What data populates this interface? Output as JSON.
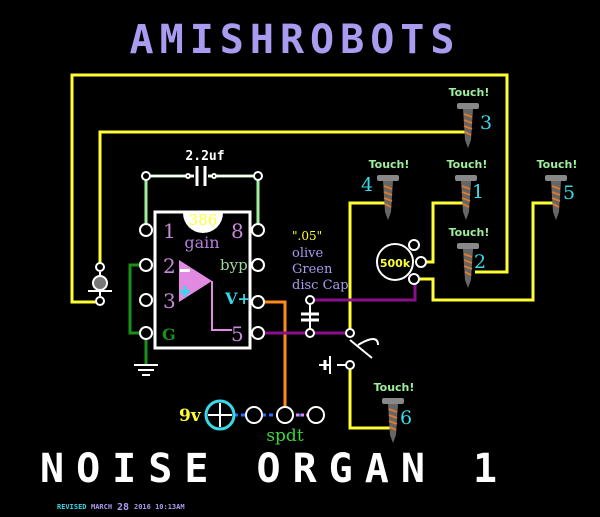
{
  "title": "AMISHROBOTS",
  "subtitle": "NOISE ORGAN 1",
  "revised": {
    "label": "REVISED",
    "month": "MARCH",
    "day": "28",
    "time": "2016 10:13AM"
  },
  "chip": {
    "name": "386",
    "gain": "gain",
    "byp": "byp",
    "vplus": "V+",
    "ground": "G",
    "pins": [
      "1",
      "2",
      "3",
      "8",
      "5"
    ]
  },
  "cap_top": "2.2uf",
  "cap_disc": {
    "value": "\".05\"",
    "line1": "olive",
    "line2": "Green",
    "line3": "disc Cap"
  },
  "pot": "500k",
  "battery": "9v",
  "switch": "spdt",
  "touch_label": "Touch!",
  "screws": [
    "3",
    "4",
    "1",
    "5",
    "2",
    "6"
  ],
  "colors": {
    "title": "#a99bf0",
    "wire": "#ffff33",
    "purple": "#8b0f8b",
    "orange": "#ff8c1a",
    "green": "#1a8f1a",
    "cyan": "#3ad7e6"
  }
}
